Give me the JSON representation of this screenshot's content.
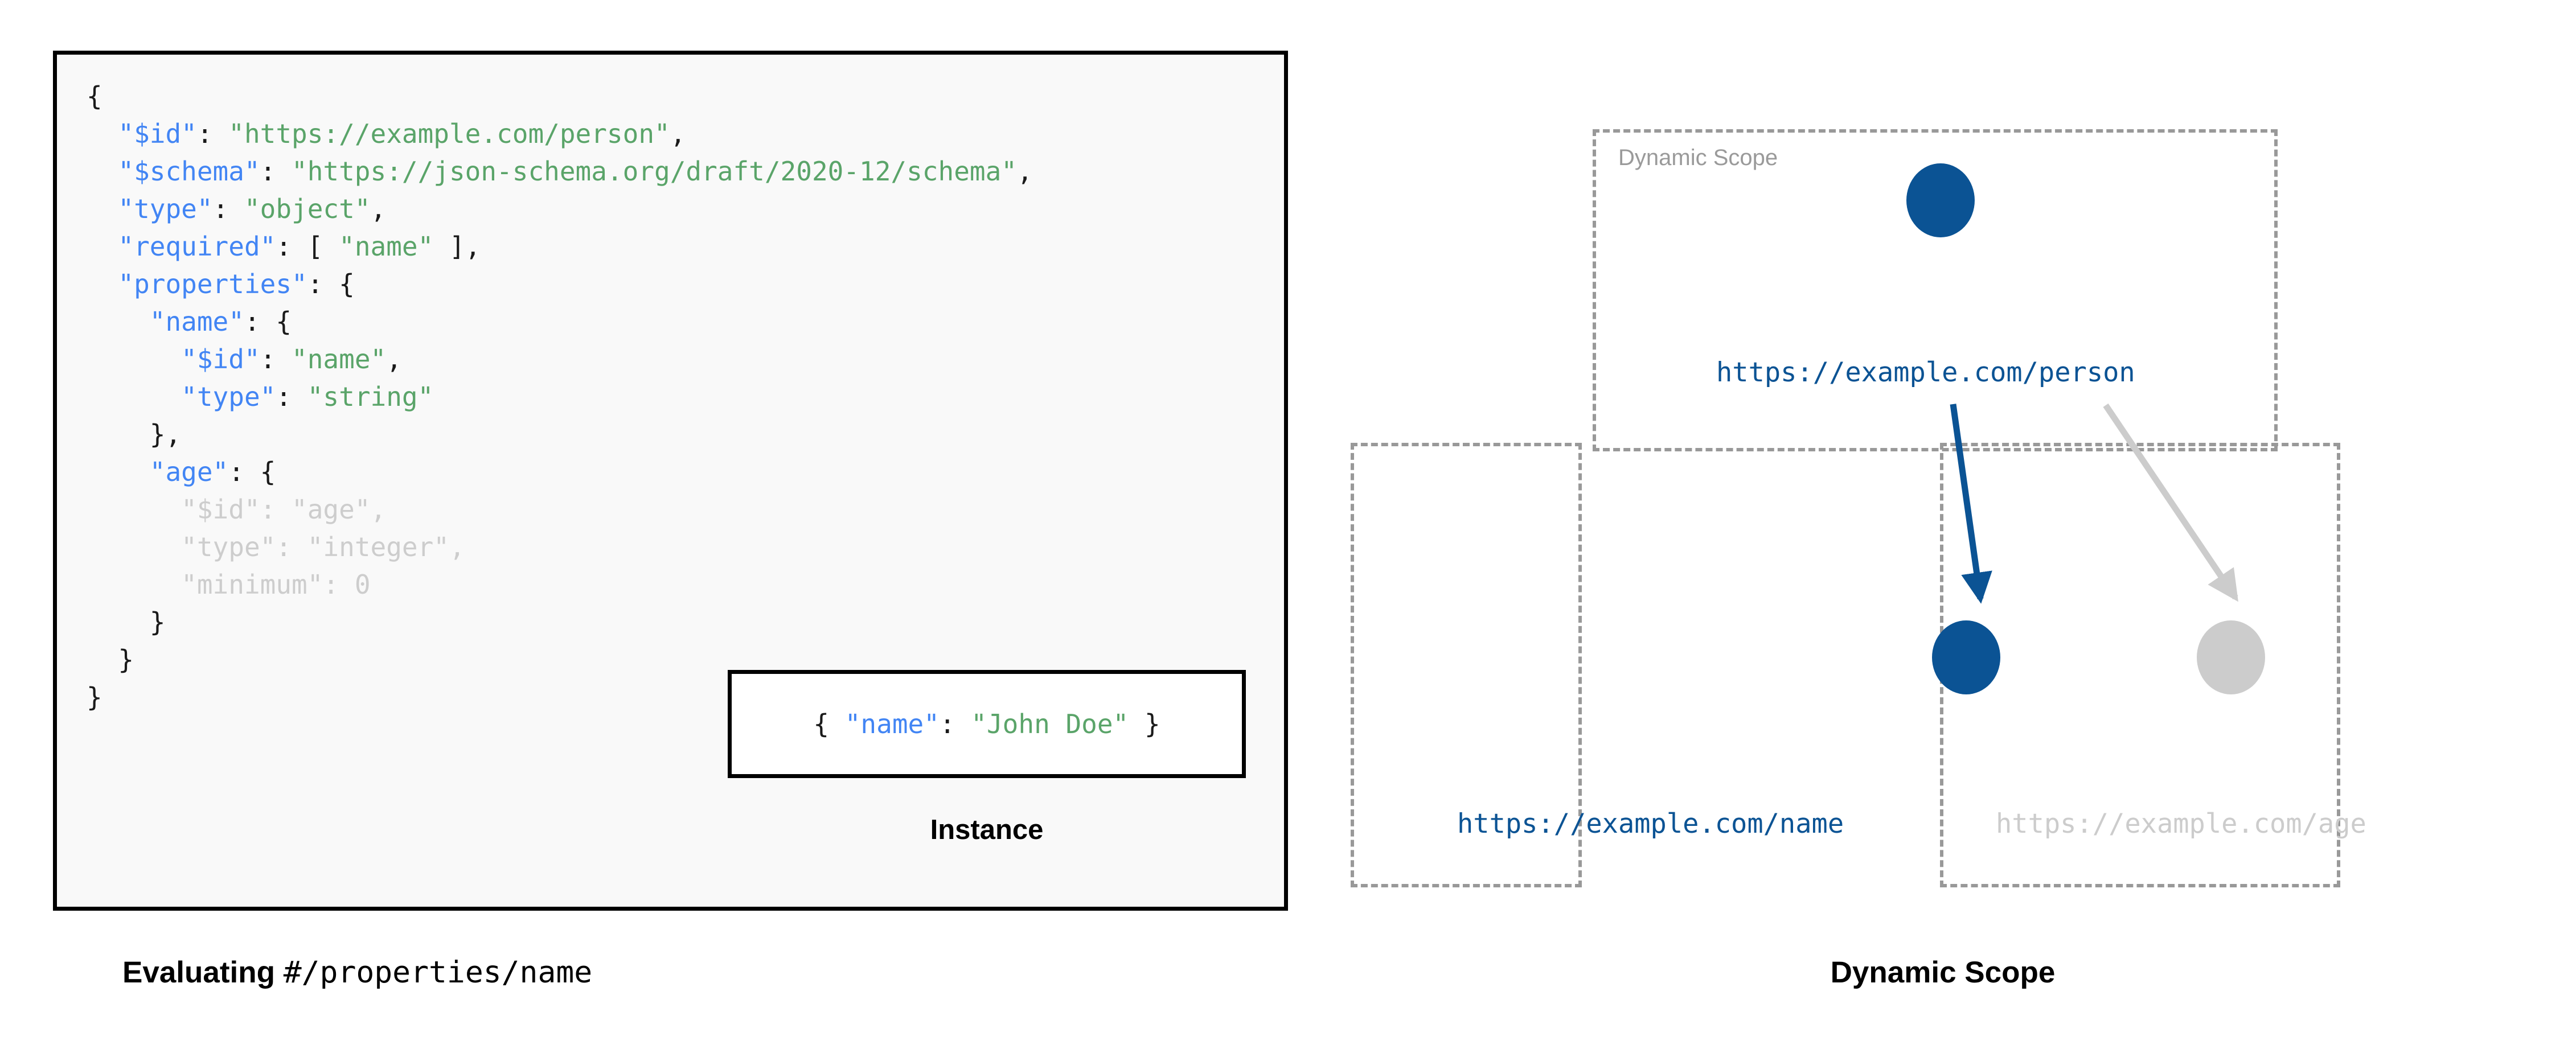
{
  "colors": {
    "accent_blue": "#0b5394",
    "code_key_blue": "#4285f4",
    "code_string_green": "#5aa469",
    "muted_gray": "#cccccc",
    "dashed_border_gray": "#999999",
    "scope_label_gray": "#9a9a9a",
    "code_block_bg": "#f9f9f9",
    "border_black": "#000000"
  },
  "left_panel": {
    "schema_code": {
      "lines": [
        {
          "indent": 0,
          "parts": [
            {
              "text": "{",
              "style": "punct"
            }
          ]
        },
        {
          "indent": 1,
          "parts": [
            {
              "text": "\"$id\"",
              "style": "key"
            },
            {
              "text": ": ",
              "style": "punct"
            },
            {
              "text": "\"https://example.com/person\"",
              "style": "str"
            },
            {
              "text": ",",
              "style": "punct"
            }
          ]
        },
        {
          "indent": 1,
          "parts": [
            {
              "text": "\"$schema\"",
              "style": "key"
            },
            {
              "text": ": ",
              "style": "punct"
            },
            {
              "text": "\"https://json-schema.org/draft/2020-12/schema\"",
              "style": "str"
            },
            {
              "text": ",",
              "style": "punct"
            }
          ]
        },
        {
          "indent": 1,
          "parts": [
            {
              "text": "\"type\"",
              "style": "key"
            },
            {
              "text": ": ",
              "style": "punct"
            },
            {
              "text": "\"object\"",
              "style": "str"
            },
            {
              "text": ",",
              "style": "punct"
            }
          ]
        },
        {
          "indent": 1,
          "parts": [
            {
              "text": "\"required\"",
              "style": "key"
            },
            {
              "text": ": [ ",
              "style": "punct"
            },
            {
              "text": "\"name\"",
              "style": "str"
            },
            {
              "text": " ],",
              "style": "punct"
            }
          ]
        },
        {
          "indent": 1,
          "parts": [
            {
              "text": "\"properties\"",
              "style": "key"
            },
            {
              "text": ": {",
              "style": "punct"
            }
          ]
        },
        {
          "indent": 2,
          "parts": [
            {
              "text": "\"name\"",
              "style": "key"
            },
            {
              "text": ": {",
              "style": "punct"
            }
          ]
        },
        {
          "indent": 3,
          "parts": [
            {
              "text": "\"$id\"",
              "style": "key"
            },
            {
              "text": ": ",
              "style": "punct"
            },
            {
              "text": "\"name\"",
              "style": "str"
            },
            {
              "text": ",",
              "style": "punct"
            }
          ]
        },
        {
          "indent": 3,
          "parts": [
            {
              "text": "\"type\"",
              "style": "key"
            },
            {
              "text": ": ",
              "style": "punct"
            },
            {
              "text": "\"string\"",
              "style": "str"
            }
          ]
        },
        {
          "indent": 2,
          "parts": [
            {
              "text": "},",
              "style": "punct"
            }
          ]
        },
        {
          "indent": 2,
          "parts": [
            {
              "text": "\"age\"",
              "style": "key-dim"
            },
            {
              "text": ": {",
              "style": "punct"
            }
          ]
        },
        {
          "indent": 3,
          "parts": [
            {
              "text": "\"$id\"",
              "style": "muted"
            },
            {
              "text": ": ",
              "style": "muted"
            },
            {
              "text": "\"age\"",
              "style": "muted"
            },
            {
              "text": ",",
              "style": "muted"
            }
          ]
        },
        {
          "indent": 3,
          "parts": [
            {
              "text": "\"type\"",
              "style": "muted"
            },
            {
              "text": ": ",
              "style": "muted"
            },
            {
              "text": "\"integer\"",
              "style": "muted"
            },
            {
              "text": ",",
              "style": "muted"
            }
          ]
        },
        {
          "indent": 3,
          "parts": [
            {
              "text": "\"minimum\"",
              "style": "muted"
            },
            {
              "text": ": ",
              "style": "muted"
            },
            {
              "text": "0",
              "style": "muted"
            }
          ]
        },
        {
          "indent": 2,
          "parts": [
            {
              "text": "}",
              "style": "punct"
            }
          ]
        },
        {
          "indent": 1,
          "parts": [
            {
              "text": "}",
              "style": "punct"
            }
          ]
        },
        {
          "indent": 0,
          "parts": [
            {
              "text": "}",
              "style": "punct"
            }
          ]
        }
      ]
    },
    "instance": {
      "code_parts": [
        {
          "text": "{ ",
          "style": "punct"
        },
        {
          "text": "\"name\"",
          "style": "key"
        },
        {
          "text": ": ",
          "style": "punct"
        },
        {
          "text": "\"John Doe\"",
          "style": "str"
        },
        {
          "text": " }",
          "style": "punct"
        }
      ],
      "label": "Instance"
    },
    "caption": {
      "bold_text": "Evaluating ",
      "mono_text": "#/properties/name"
    }
  },
  "right_panel": {
    "scope_boxes": [
      {
        "id": "root",
        "label": "Dynamic Scope"
      },
      {
        "id": "name",
        "label": ""
      },
      {
        "id": "age",
        "label": ""
      }
    ],
    "nodes": [
      {
        "id": "person",
        "label": "https://example.com/person",
        "state": "active"
      },
      {
        "id": "name",
        "label": "https://example.com/name",
        "state": "active"
      },
      {
        "id": "age",
        "label": "https://example.com/age",
        "state": "inactive"
      }
    ],
    "arrows": [
      {
        "id": "person-to-name",
        "state": "active"
      },
      {
        "id": "person-to-age",
        "state": "inactive"
      }
    ],
    "caption": "Dynamic Scope"
  }
}
